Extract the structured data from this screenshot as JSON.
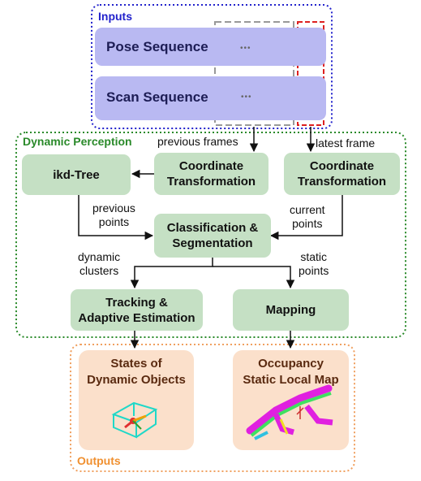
{
  "inputs": {
    "title": "Inputs",
    "pose_label": "Pose Sequence",
    "scan_label": "Scan Sequence",
    "ellipsis": "•••"
  },
  "perception": {
    "title": "Dynamic Perception",
    "ikd_tree": "ikd-Tree",
    "coord_prev": [
      "Coordinate",
      "Transformation"
    ],
    "coord_latest": [
      "Coordinate",
      "Transformation"
    ],
    "classification": [
      "Classification &",
      "Segmentation"
    ],
    "tracking": [
      "Tracking &",
      "Adaptive Estimation"
    ],
    "mapping": "Mapping"
  },
  "edge_labels": {
    "previous_frames": "previous frames",
    "latest_frame": "latest frame",
    "previous_points": [
      "previous",
      "points"
    ],
    "current_points": [
      "current",
      "points"
    ],
    "dynamic_clusters": [
      "dynamic",
      "clusters"
    ],
    "static_points": [
      "static",
      "points"
    ]
  },
  "outputs": {
    "title": "Outputs",
    "states": [
      "States of",
      "Dynamic Objects"
    ],
    "occupancy": [
      "Occupancy",
      "Static Local Map"
    ]
  },
  "colors": {
    "inputs_border": "#2222cc",
    "perception_border": "#2a8a2a",
    "outputs_border": "#f0a060",
    "node_fill": "#c5e0c4",
    "sequence_fill": "#b9b9f2",
    "scan_prev_bar": "#7070b0",
    "scan_latest_bar": "#c01040",
    "latest_box": "#dd2020",
    "previous_box": "#999999"
  }
}
